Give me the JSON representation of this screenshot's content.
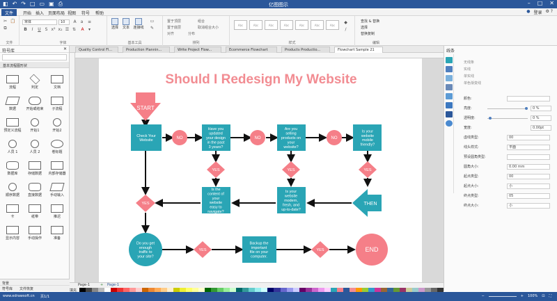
{
  "app": {
    "title": "亿图图示"
  },
  "menu": {
    "file": "文件",
    "items": [
      "开始",
      "插入",
      "页面布局",
      "视图",
      "符号",
      "帮助"
    ],
    "login": "登录",
    "user_icons": "⚙ ?"
  },
  "ribbon": {
    "font_name": "宋体",
    "font_size": "10",
    "group_labels": [
      "文件",
      "字体",
      "基本工具",
      "排列",
      "样式",
      "编辑"
    ],
    "tools": {
      "select": "选择",
      "text": "文本",
      "connector": "连接线"
    },
    "arrange": [
      "置于顶层",
      "置于底层",
      "组合",
      "取消组合",
      "对齐",
      "分布",
      "大小"
    ],
    "edit": {
      "find": "查找 & 替换",
      "select_all": "选择",
      "format_painter": "替换复制"
    },
    "style_label": "Abc"
  },
  "left_panel": {
    "title": "符号库",
    "search_placeholder": "",
    "category": "基本流程图形状",
    "shapes": [
      "流程",
      "判定",
      "文档",
      "数据",
      "开始或结束",
      "子流程",
      "预定义流程",
      "开始1",
      "开始2",
      "人员 1",
      "人员 2",
      "卷标题",
      "数据库",
      "存储数据",
      "内部存储器",
      "顺序数据",
      "直接数据",
      "手动输入",
      "卡",
      "纸带",
      "推迟",
      "显示内容",
      "手动操作",
      "准备"
    ],
    "footer": "背景",
    "tabs": [
      "符号库",
      "文件恢复"
    ]
  },
  "doc_tabs": [
    "Quality Control Fl...",
    "Production Plannin...",
    "Write Project Flow...",
    "Ecommerce Flowchart",
    "Products Productio...",
    "Flowchart Sample 21"
  ],
  "page_bar": {
    "page1": "Page-1",
    "page_tab": "Page-1",
    "fill_label": "填充"
  },
  "diagram": {
    "title": "Should I Redesign My Website",
    "start": "START",
    "end": "END",
    "then": "THEN",
    "boxes": [
      "Check Your Website",
      "Have you updated your design in the past 3 years?",
      "Are you selling products on your website?",
      "Is your website mobile friendly?",
      "Is the content of your website easy to navigate?",
      "Is your website modern, fresh, and up-to-date?",
      "Do you get enough traffic to your site?",
      "Backup the important file on your computer."
    ],
    "no_labels": [
      "NO",
      "NO",
      "NO"
    ],
    "yes_labels": [
      "YES",
      "YES",
      "YES",
      "YES",
      "YES",
      "YES"
    ]
  },
  "right_panel": {
    "title": "线条",
    "options": [
      "无线条",
      "实线",
      "单实线",
      "单色渐变线"
    ],
    "props": [
      {
        "label": "颜色:",
        "value": ""
      },
      {
        "label": "亮度:",
        "value": "0 %"
      },
      {
        "label": "透明度:",
        "value": "0 %"
      },
      {
        "label": "宽度:",
        "value": "0.00pt"
      },
      {
        "label": "虚线类型:",
        "value": "00"
      },
      {
        "label": "线头样式:",
        "value": "平面"
      },
      {
        "label": "预设圆角类型:",
        "value": ""
      },
      {
        "label": "圆角大小:",
        "value": "0.00 mm"
      },
      {
        "label": "起点类型:",
        "value": "00"
      },
      {
        "label": "起点大小:",
        "value": "小"
      },
      {
        "label": "终点类型:",
        "value": "05"
      },
      {
        "label": "终点大小:",
        "value": "小"
      }
    ]
  },
  "status": {
    "url": "www.edrawsoft.cn",
    "page": "页1/1",
    "zoom": "100%"
  },
  "colors": {
    "teal": "#2aa5b5",
    "pink": "#f57f88",
    "title_pink": "#f28c92",
    "ribbon_blue": "#2b579a"
  }
}
